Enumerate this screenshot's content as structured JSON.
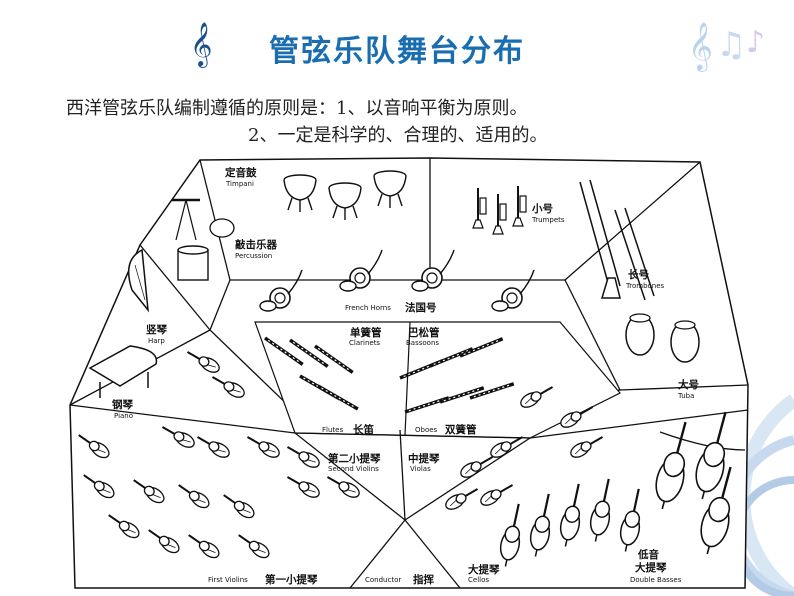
{
  "title": "管弦乐队舞台分布",
  "principle": {
    "line1": "西洋管弦乐队编制遵循的原则是：1、以音响平衡为原则。",
    "line2": "2、一定是科学的、合理的、适用的。"
  },
  "sections": {
    "timpani": {
      "cn": "定音鼓",
      "en": "Timpani"
    },
    "percussion": {
      "cn": "敲击乐器",
      "en": "Percussion"
    },
    "trumpets": {
      "cn": "小号",
      "en": "Trumpets"
    },
    "trombones": {
      "cn": "长号",
      "en": "Trombones"
    },
    "horns": {
      "cn": "法国号",
      "en": "French Horns"
    },
    "harp": {
      "cn": "竖琴",
      "en": "Harp"
    },
    "clarinets": {
      "cn": "单簧管",
      "en": "Clarinets"
    },
    "bassoons": {
      "cn": "巴松管",
      "en": "Bassoons"
    },
    "piano": {
      "cn": "钢琴",
      "en": "Piano"
    },
    "tuba": {
      "cn": "大号",
      "en": "Tuba"
    },
    "flutes": {
      "cn": "长笛",
      "en": "Flutes"
    },
    "oboes": {
      "cn": "双簧管",
      "en": "Oboes"
    },
    "second_violins": {
      "cn": "第二小提琴",
      "en": "Second Violins"
    },
    "violas": {
      "cn": "中提琴",
      "en": "Violas"
    },
    "first_violins": {
      "cn": "第一小提琴",
      "en": "First Violins"
    },
    "conductor": {
      "cn": "指挥",
      "en": "Conductor"
    },
    "cellos": {
      "cn": "大提琴",
      "en": "Cellos"
    },
    "basses": {
      "cn1": "低音",
      "cn2": "大提琴",
      "en": "Double Basses"
    }
  },
  "colors": {
    "title": "#1a6eb0",
    "line": "#222222"
  }
}
